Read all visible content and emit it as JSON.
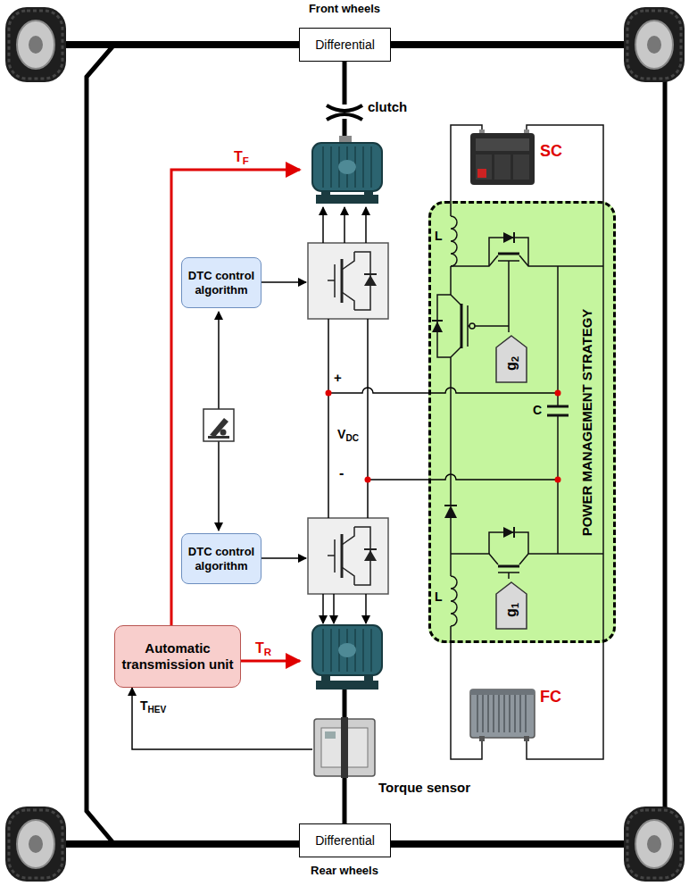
{
  "diagram": {
    "nodes": [
      {
        "text": [
          "Differential"
        ]
      },
      {
        "text": [
          "SC"
        ]
      },
      {
        "text": [
          "DTC control algorithm"
        ]
      },
      {
        "text": [
          "POWER MANAGEMENT STRATEGY"
        ]
      },
      {
        "text": [
          "g2"
        ],
        "in": 3
      },
      {
        "text": [
          "DTC control algorithm"
        ]
      },
      {
        "text": [
          "g1"
        ],
        "in": 3
      },
      {
        "text": [
          "Automatic transmission unit"
        ]
      },
      {
        "text": [
          "FC"
        ]
      },
      {
        "text": [
          "Torque sensor"
        ]
      },
      {
        "text": [
          "Differential"
        ]
      }
    ],
    "edges": [
      {
        "from": 9,
        "to": 7,
        "arrow": "to",
        "label": "THEV"
      }
    ],
    "labels": [
      "Front wheels",
      "clutch",
      "TF",
      "L",
      "+",
      "C",
      "VDC",
      "-",
      "L",
      "TR",
      "Rear wheels"
    ]
  }
}
